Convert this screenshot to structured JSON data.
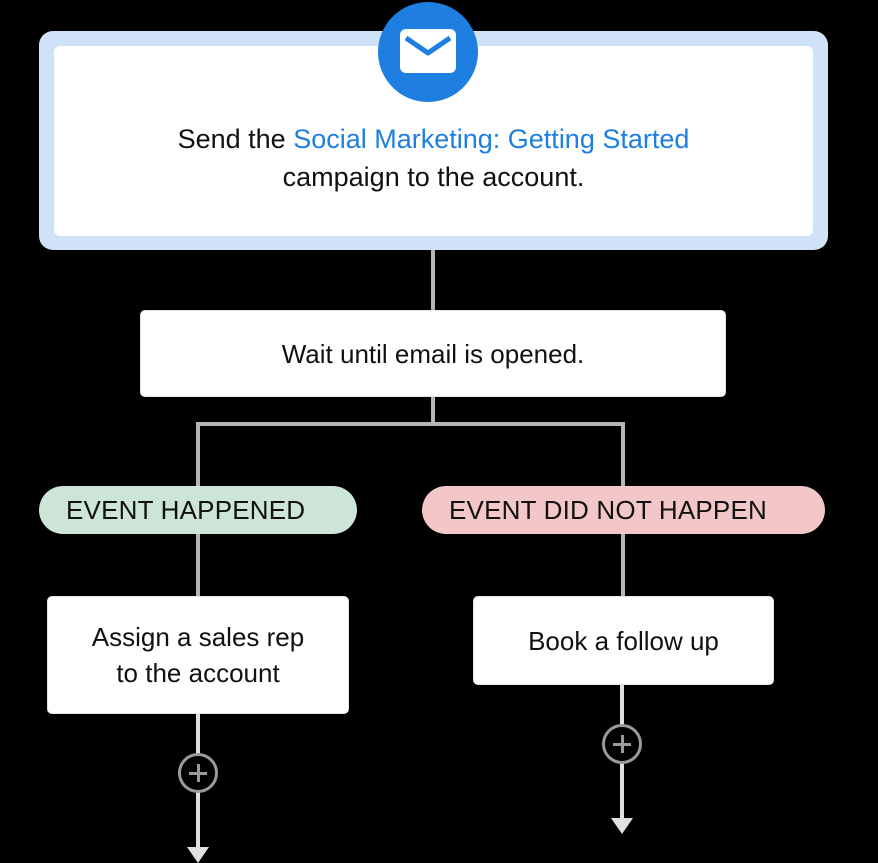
{
  "trigger": {
    "icon": "mail-icon",
    "text_prefix": "Send the",
    "campaign_link": "Social Marketing: Getting Started",
    "text_suffix": "campaign to the account.",
    "accent_color": "#1e7fe0",
    "frame_color": "#cfe2f7"
  },
  "wait_step": {
    "label": "Wait until email is opened."
  },
  "branches": [
    {
      "condition": "EVENT HAPPENED",
      "color": "#cce5d6",
      "action": {
        "line1": "Assign a sales rep",
        "line2": "to the account"
      },
      "add_step_icon": "plus-circle-icon"
    },
    {
      "condition": "EVENT DID NOT HAPPEN",
      "color": "#f3c6c8",
      "action": {
        "line1": "Book a follow up"
      },
      "add_step_icon": "plus-circle-icon"
    }
  ]
}
